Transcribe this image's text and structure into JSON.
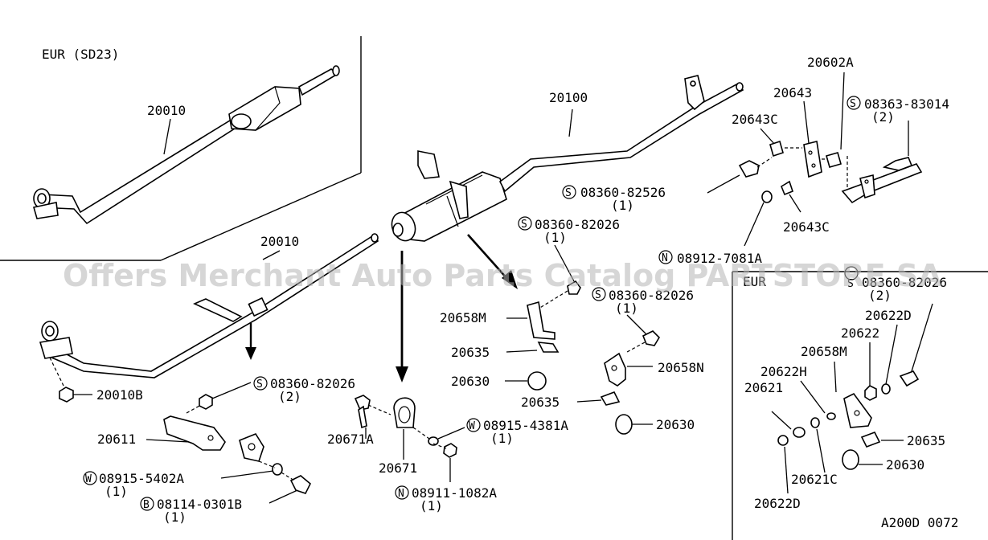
{
  "region_label": "EUR (SD23)",
  "inset_label": "EUR",
  "watermark": "Offers Merchant Auto Parts Catalog PARTSTORE SA",
  "footer_code": "A200D 0072",
  "labels": {
    "p20010_top": "20010",
    "p20010_main": "20010",
    "p20100": "20100",
    "p20643": "20643",
    "p20602A": "20602A",
    "p20643C_top": "20643C",
    "p20643C_bot": "20643C",
    "s08363": "08363-83014",
    "s08363_qty": "(2)",
    "s08360_82526": "08360-82526",
    "s08360_82526_qty": "(1)",
    "s08360_82026_a": "08360-82026",
    "s08360_82026_a_qty": "(1)",
    "n08912": "08912-7081A",
    "s08360_82026_b": "08360-82026",
    "s08360_82026_b_qty": "(1)",
    "p20658M": "20658M",
    "p20635_a": "20635",
    "p20630_a": "20630",
    "p20635_b": "20635",
    "p20658N": "20658N",
    "p20630_b": "20630",
    "p20010B": "20010B",
    "s08360_82026_c": "08360-82026",
    "s08360_82026_c_qty": "(2)",
    "p20611": "20611",
    "w08915_5402": "08915-5402A",
    "w08915_5402_qty": "(1)",
    "b08114": "08114-0301B",
    "b08114_qty": "(1)",
    "p20671A": "20671A",
    "p20671": "20671",
    "w08915_4381": "08915-4381A",
    "w08915_4381_qty": "(1)",
    "n08911": "08911-1082A",
    "n08911_qty": "(1)",
    "i_s08360": "08360-82026",
    "i_s08360_qty": "(2)",
    "i_20622D": "20622D",
    "i_20622": "20622",
    "i_20658M": "20658M",
    "i_20622H": "20622H",
    "i_20621": "20621",
    "i_20635": "20635",
    "i_20630": "20630",
    "i_20621C": "20621C",
    "i_20622D_b": "20622D"
  },
  "prefix": {
    "S": "S",
    "N": "N",
    "W": "W",
    "B": "B"
  }
}
